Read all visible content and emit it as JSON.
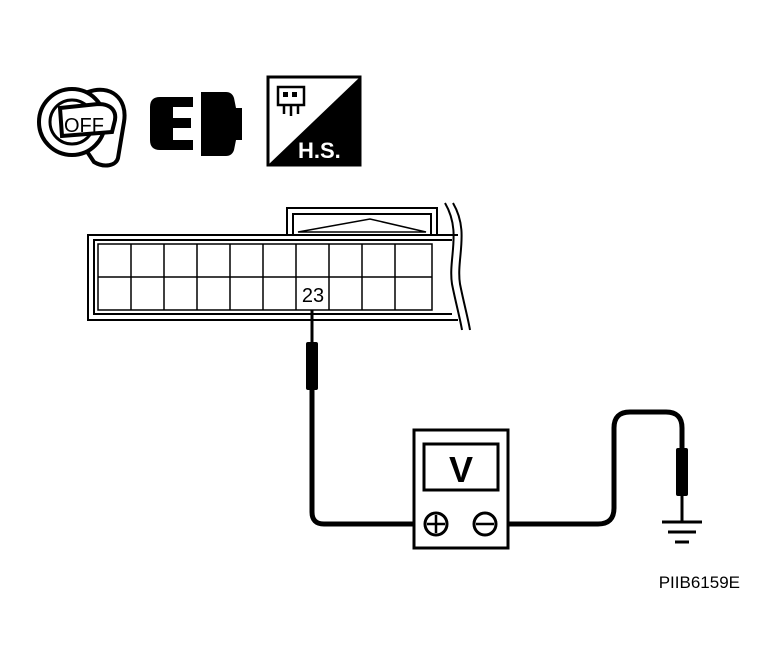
{
  "icons": {
    "ignition": {
      "label": "OFF",
      "icon": "ignition-key-off-icon"
    },
    "connector": {
      "icon": "connector-disconnect-icon"
    },
    "harness": {
      "label": "H.S.",
      "icon": "harness-side-icon"
    }
  },
  "connector": {
    "terminal": "23"
  },
  "meter": {
    "symbol": "V",
    "plus": "⊕",
    "minus": "⊖"
  },
  "figure_id": "PIIB6159E",
  "colors": {
    "line": "#000000",
    "background": "#ffffff"
  }
}
